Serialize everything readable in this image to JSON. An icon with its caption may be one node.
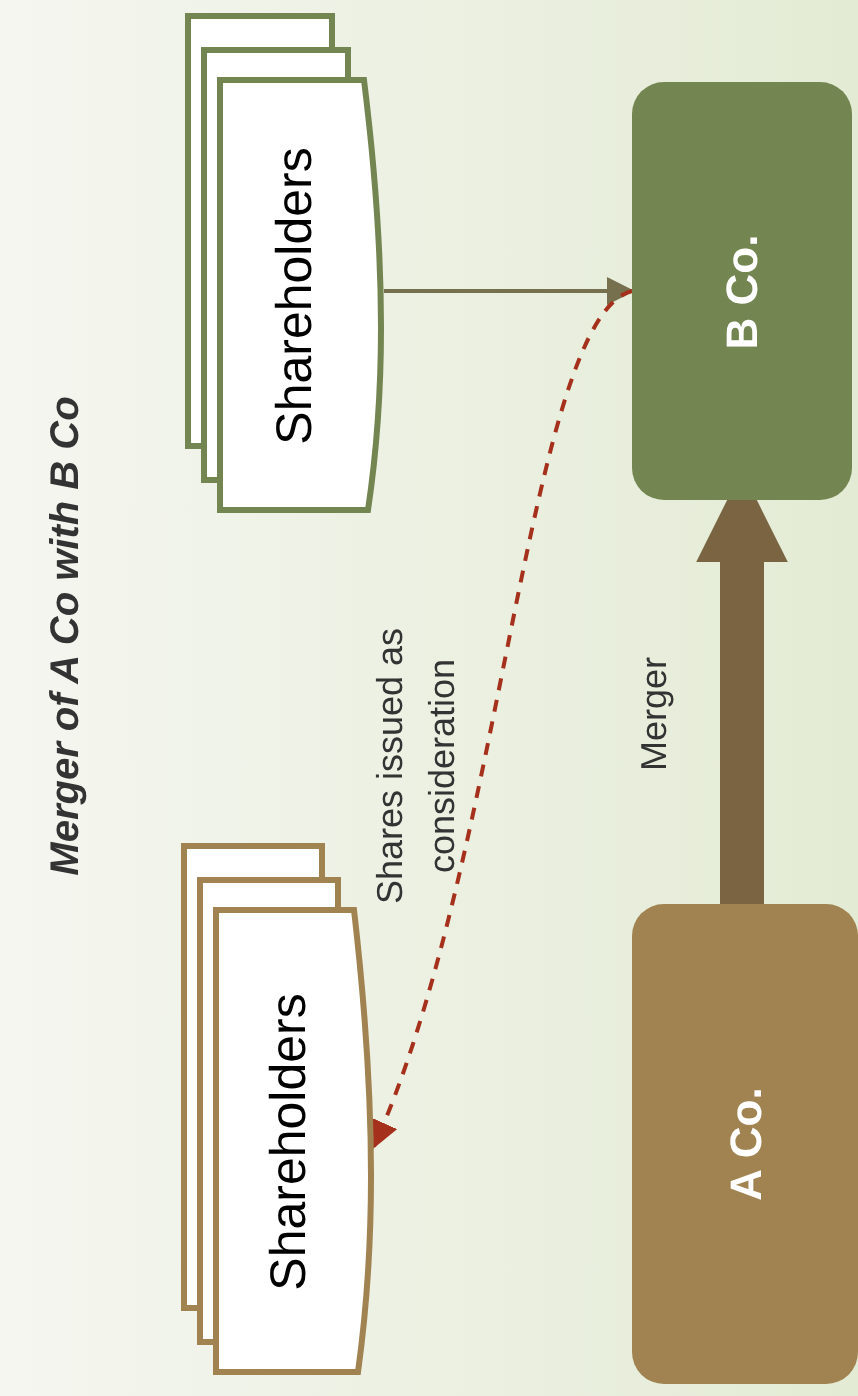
{
  "diagram": {
    "title": "Merger of A Co with B Co",
    "nodes": [
      {
        "text": [
          "Shareholders"
        ]
      },
      {
        "text": [
          "B Co."
        ]
      },
      {
        "text": [
          "Shareholders"
        ]
      },
      {
        "text": [
          "A Co."
        ]
      }
    ],
    "edges": [
      {
        "from": 0,
        "to": 1,
        "arrow": "to"
      },
      {
        "from": 1,
        "to": 2,
        "arrow": "to",
        "style": "dashed",
        "color": "#a5301b",
        "label": "Shares issued as consideration"
      },
      {
        "from": 3,
        "to": 1,
        "arrow": "to",
        "style": "thick",
        "color": "#7a6442",
        "label": "Merger"
      }
    ]
  }
}
